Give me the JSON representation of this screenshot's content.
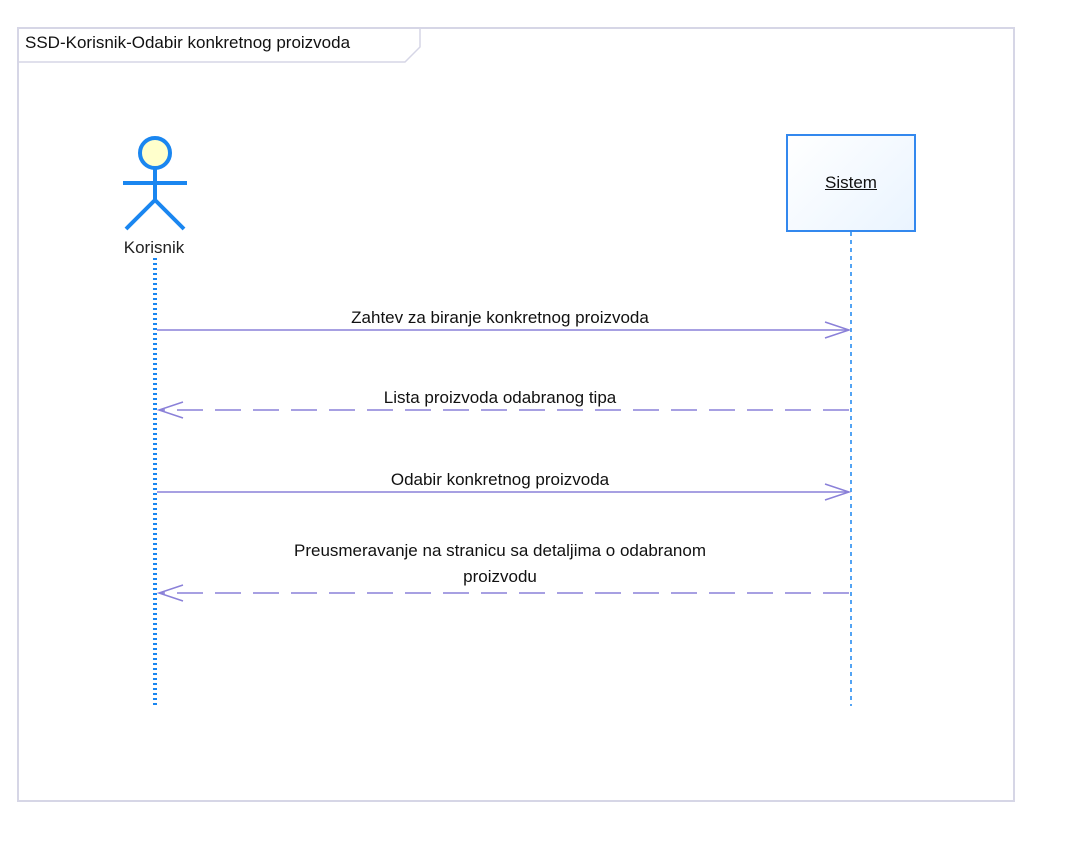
{
  "diagram": {
    "title": "SSD-Korisnik-Odabir konkretnog proizvoda",
    "actor": {
      "name": "Korisnik",
      "icon": "stick-figure-actor-icon"
    },
    "system": {
      "name": "Sistem"
    },
    "messages": [
      {
        "label": "Zahtev za biranje konkretnog proizvoda",
        "kind": "call",
        "direction": "actor-to-system"
      },
      {
        "label": "Lista proizvoda odabranog tipa",
        "kind": "return",
        "direction": "system-to-actor"
      },
      {
        "label": "Odabir konkretnog proizvoda",
        "kind": "call",
        "direction": "actor-to-system"
      },
      {
        "label": "Preusmeravanje na stranicu sa detaljima o odabranom proizvodu",
        "kind": "return",
        "direction": "system-to-actor"
      }
    ],
    "colors": {
      "frame_border": "#d6d6e6",
      "actor_stroke": "#1a86f0",
      "actor_head_fill": "#ffffcc",
      "lifeline": "#1a86f0",
      "message_line": "#8a80d8",
      "system_border": "#3388ee"
    }
  }
}
